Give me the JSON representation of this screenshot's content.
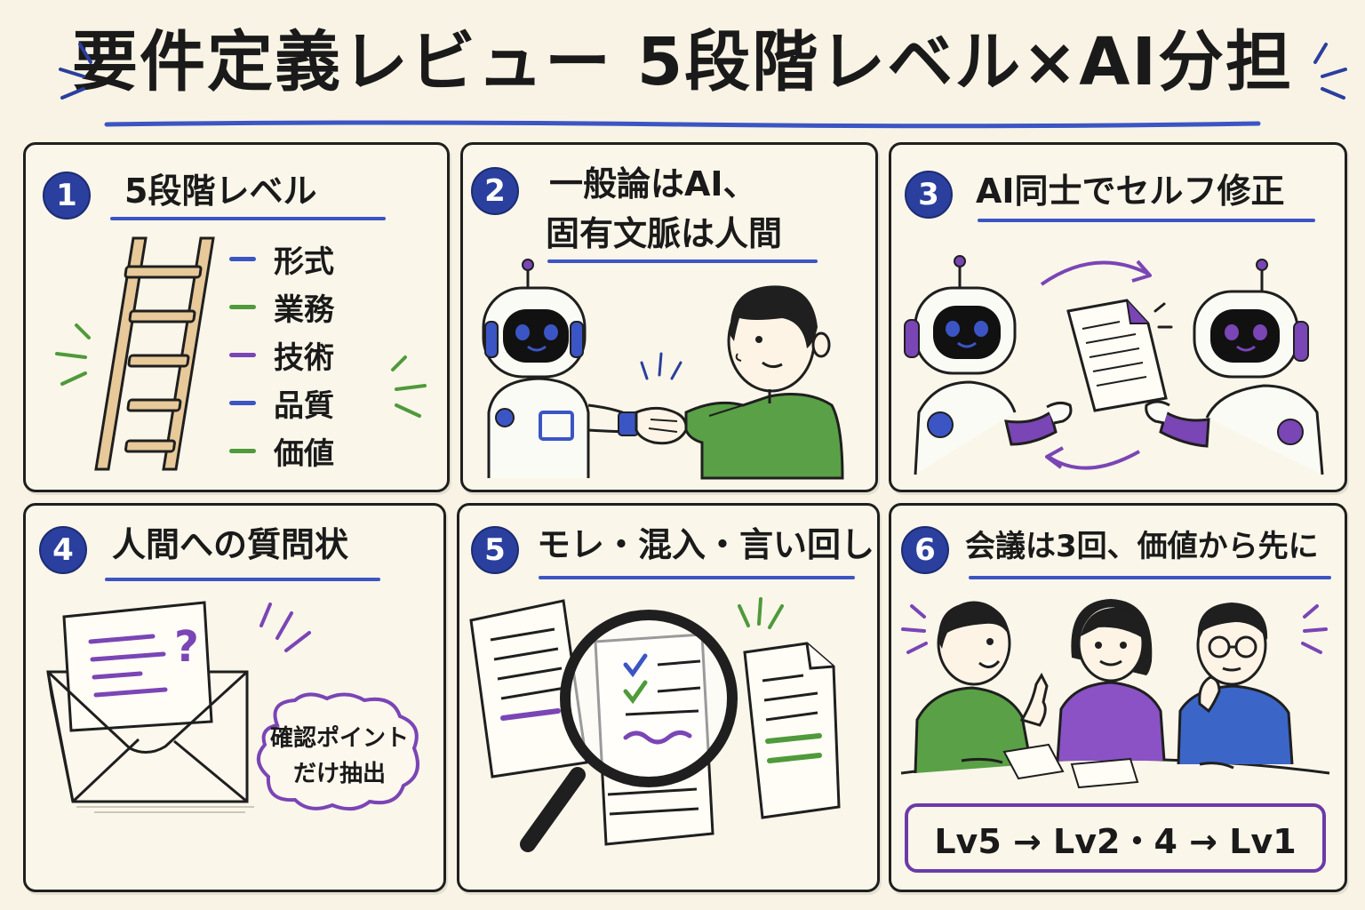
{
  "title": "要件定義レビュー 5段階レベル×AI分担",
  "colors": {
    "blue": "#3b55c4",
    "green": "#4f9a3a",
    "purple": "#7a45b5",
    "navy": "#2a3f9e"
  },
  "panels": [
    {
      "number": "1",
      "title": "5段階レベル",
      "levels": [
        {
          "label": "形式",
          "color": "blue"
        },
        {
          "label": "業務",
          "color": "green"
        },
        {
          "label": "技術",
          "color": "purple"
        },
        {
          "label": "品質",
          "color": "blue"
        },
        {
          "label": "価値",
          "color": "green"
        }
      ],
      "icon": "ladder-icon"
    },
    {
      "number": "2",
      "title_line1": "一般論はAI、",
      "title_line2": "固有文脈は人間",
      "icon": "robot-human-handshake-icon"
    },
    {
      "number": "3",
      "title": "AI同士でセルフ修正",
      "icon": "two-robots-exchange-document-icon"
    },
    {
      "number": "4",
      "title": "人間への質問状",
      "cloud_line1": "確認ポイント",
      "cloud_line2": "だけ抽出",
      "icon": "envelope-question-icon"
    },
    {
      "number": "5",
      "title": "モレ・混入・言い回し",
      "icon": "magnifier-documents-icon"
    },
    {
      "number": "6",
      "title": "会議は3回、価値から先に",
      "flow": "Lv5 → Lv2・4 → Lv1",
      "icon": "three-people-meeting-icon"
    }
  ]
}
